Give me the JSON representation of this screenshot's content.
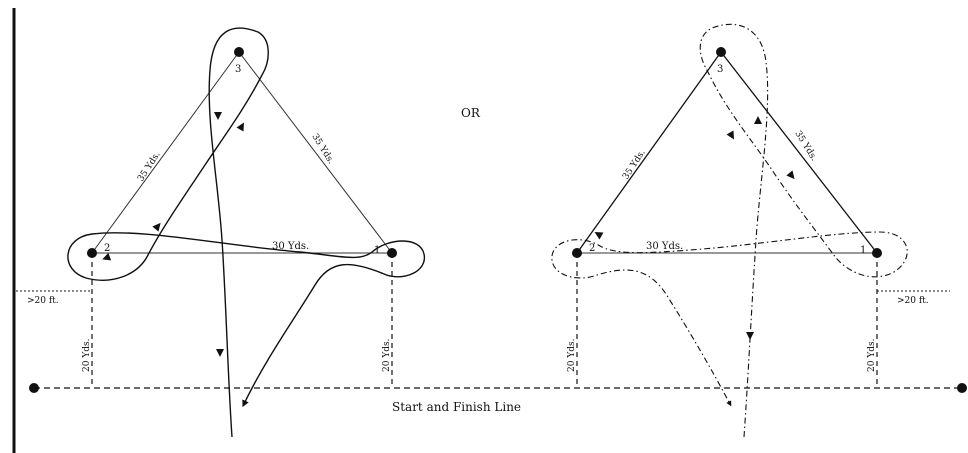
{
  "diagram": {
    "or_label": "OR",
    "start_finish_label": "Start and Finish Line",
    "left_pattern": {
      "barrel_labels": [
        "2",
        "1",
        "3"
      ],
      "distance_2_3": "35 Yds.",
      "distance_1_3": "35 Yds.",
      "distance_2_1": "30 Yds.",
      "fence_gap": ">20 ft.",
      "distance_2_line": "20 Yds.",
      "distance_1_line": "20 Yds."
    },
    "right_pattern": {
      "barrel_labels": [
        "2",
        "1",
        "3"
      ],
      "distance_2_3": "35 Yds.",
      "distance_1_3": "35 Yds.",
      "distance_2_1": "30 Yds.",
      "fence_gap": ">20 ft.",
      "distance_2_line": "20 Yds.",
      "distance_1_line": "20 Yds."
    }
  }
}
